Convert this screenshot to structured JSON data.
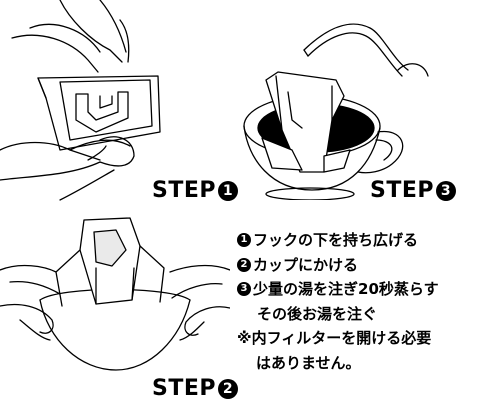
{
  "steps": [
    {
      "label": "STEP",
      "number": "1"
    },
    {
      "label": "STEP",
      "number": "2"
    },
    {
      "label": "STEP",
      "number": "3"
    }
  ],
  "instructions": [
    {
      "number": "1",
      "text": "フックの下を持ち広げる"
    },
    {
      "number": "2",
      "text": "カップにかける"
    },
    {
      "number": "3",
      "text": "少量の湯を注ぎ20秒蒸らす",
      "continuation": "その後お湯を注ぐ"
    }
  ],
  "note": {
    "mark": "※",
    "text": "内フィルターを開ける必要",
    "continuation": "はありません。"
  }
}
